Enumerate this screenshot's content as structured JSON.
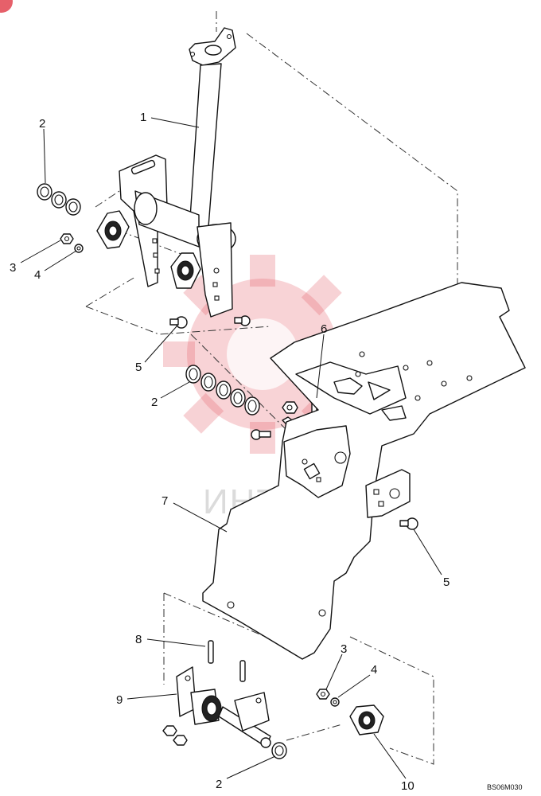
{
  "diagram": {
    "callouts": [
      {
        "id": "c1",
        "label": "1"
      },
      {
        "id": "c2a",
        "label": "2"
      },
      {
        "id": "c3a",
        "label": "3"
      },
      {
        "id": "c4a",
        "label": "4"
      },
      {
        "id": "c5a",
        "label": "5"
      },
      {
        "id": "c6",
        "label": "6"
      },
      {
        "id": "c2b",
        "label": "2"
      },
      {
        "id": "c7",
        "label": "7"
      },
      {
        "id": "c5b",
        "label": "5"
      },
      {
        "id": "c8",
        "label": "8"
      },
      {
        "id": "c9",
        "label": "9"
      },
      {
        "id": "c3b",
        "label": "3"
      },
      {
        "id": "c4b",
        "label": "4"
      },
      {
        "id": "c2c",
        "label": "2"
      },
      {
        "id": "c10",
        "label": "10"
      }
    ],
    "drawing_code": "BS06M030",
    "watermark_text": "ИНТЕХ",
    "accent_color": "#e6606a"
  }
}
